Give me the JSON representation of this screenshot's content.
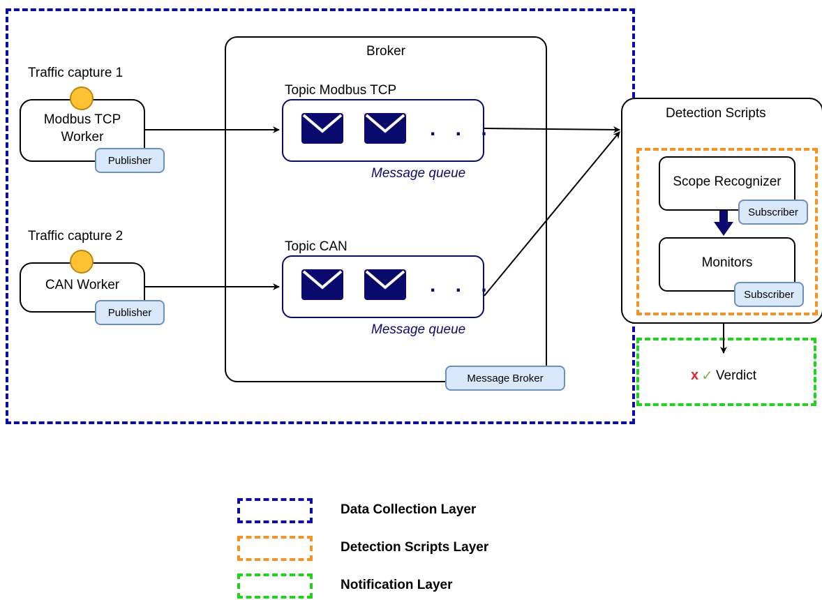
{
  "broker": {
    "title": "Broker",
    "tag": "Message Broker"
  },
  "workers": [
    {
      "capture_label": "Traffic capture 1",
      "name": "Modbus TCP\nWorker",
      "tag": "Publisher"
    },
    {
      "capture_label": "Traffic capture 2",
      "name": "CAN Worker",
      "tag": "Publisher"
    }
  ],
  "topics": [
    {
      "title": "Topic Modbus TCP",
      "queue_label": "Message queue",
      "ellipsis": ". . ."
    },
    {
      "title": "Topic CAN",
      "queue_label": "Message queue",
      "ellipsis": ". . ."
    }
  ],
  "detection": {
    "title": "Detection Scripts",
    "scope_recognizer": {
      "name": "Scope Recognizer",
      "tag": "Subscriber"
    },
    "monitors": {
      "name": "Monitors",
      "tag": "Subscriber"
    }
  },
  "verdict": {
    "fail_symbol": "x",
    "pass_symbol": "✓",
    "label": "Verdict"
  },
  "legend": [
    {
      "label": "Data Collection Layer",
      "color": "#0c0ca8"
    },
    {
      "label": "Detection Scripts Layer",
      "color": "#f7931e"
    },
    {
      "label": "Notification Layer",
      "color": "#1ed41e"
    }
  ],
  "colors": {
    "data_collection": "#0c0ca8",
    "detection_scripts": "#f7931e",
    "notification": "#1ed41e",
    "envelope": "#0a0a6e",
    "tag_fill": "#dae8fc",
    "worker_circle": "#ffc233"
  }
}
